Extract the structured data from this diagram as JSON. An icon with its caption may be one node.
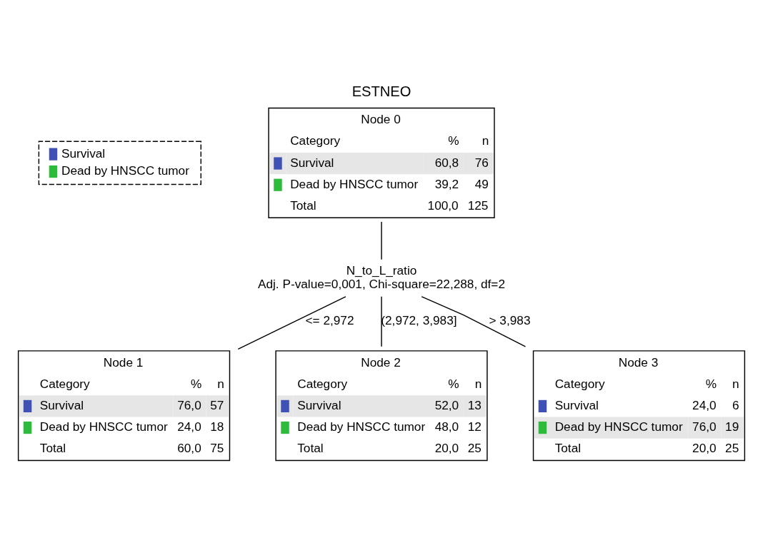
{
  "diagram": {
    "title": "ESTNEO",
    "nodes": [
      {
        "text": [
          "Node 0",
          "Category",
          "%",
          "n",
          "Survival",
          "60,8",
          "76",
          "Dead by HNSCC tumor",
          "39,2",
          "49",
          "Total",
          "100,0",
          "125"
        ]
      },
      {
        "text": [
          "N_to_L_ratio",
          "Adj. P-value=0,001, Chi-square=22,288, df=2"
        ]
      },
      {
        "text": [
          "Node 1",
          "Category",
          "%",
          "n",
          "Survival",
          "76,0",
          "57",
          "Dead by HNSCC tumor",
          "24,0",
          "18",
          "Total",
          "60,0",
          "75"
        ]
      },
      {
        "text": [
          "Node 2",
          "Category",
          "%",
          "n",
          "Survival",
          "52,0",
          "13",
          "Dead by HNSCC tumor",
          "48,0",
          "12",
          "Total",
          "20,0",
          "25"
        ]
      },
      {
        "text": [
          "Node 3",
          "Category",
          "%",
          "n",
          "Survival",
          "24,0",
          "6",
          "Dead by HNSCC tumor",
          "76,0",
          "19",
          "Total",
          "20,0",
          "25"
        ]
      }
    ],
    "edges": [
      {
        "from": 0,
        "to": 1,
        "arrow": "none"
      },
      {
        "from": 1,
        "to": 2,
        "arrow": "none",
        "label": "<= 2,972"
      },
      {
        "from": 1,
        "to": 3,
        "arrow": "none",
        "label": "(2,972, 3,983]"
      },
      {
        "from": 1,
        "to": 4,
        "arrow": "none",
        "label": "> 3,983"
      }
    ],
    "legend": [
      {
        "text": "Survival",
        "color": "#3f51b5"
      },
      {
        "text": "Dead by HNSCC tumor",
        "color": "#2dbb3c"
      }
    ]
  }
}
